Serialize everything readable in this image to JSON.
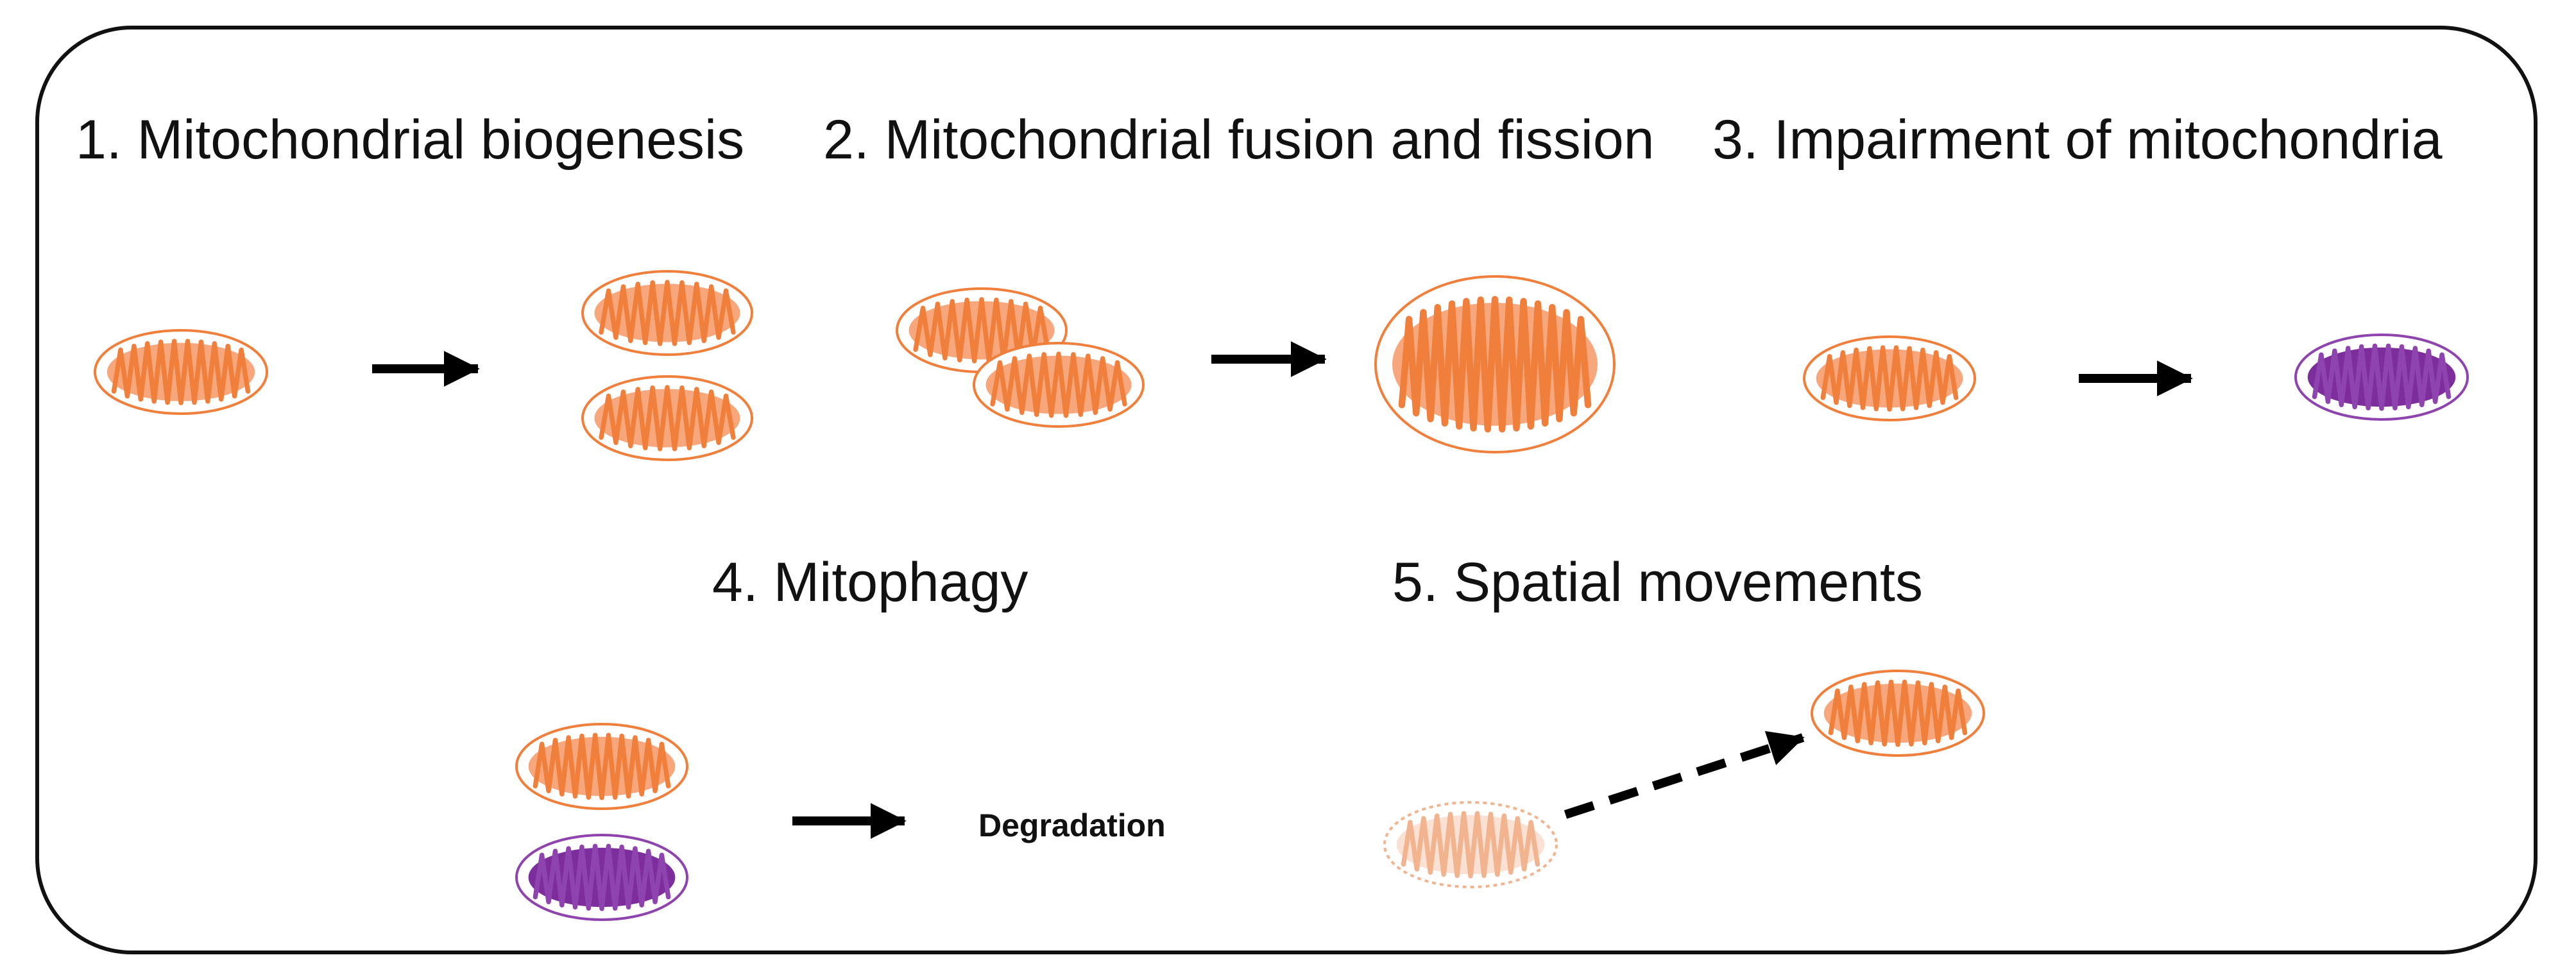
{
  "colors": {
    "healthy_fill": "#F8A77D",
    "healthy_stroke": "#F07F3B",
    "damaged_fill": "#7E2E9C",
    "damaged_stroke": "#8E43AE",
    "faded_fill": "#FBE1D3",
    "faded_stroke": "#F2B38F",
    "arrow": "#000000",
    "border": "#111111"
  },
  "sections": {
    "biogenesis": {
      "title": "1. Mitochondrial biogenesis"
    },
    "fusion_fission": {
      "title": "2. Mitochondrial fusion and fission"
    },
    "impairment": {
      "title": "3. Impairment of mitochondria"
    },
    "mitophagy": {
      "title": "4. Mitophagy",
      "result": "Degradation"
    },
    "spatial": {
      "title": "5. Spatial movements"
    }
  }
}
